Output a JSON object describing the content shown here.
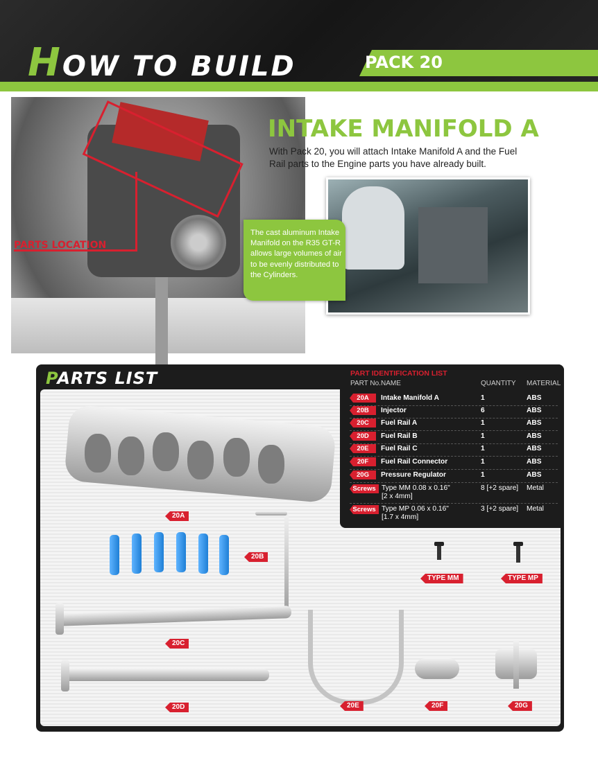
{
  "header": {
    "title_first": "H",
    "title_rest": "ow to build",
    "pack_label": "PACK 20",
    "accent_color": "#8dc63f"
  },
  "parts_location_label": "PARTS LOCATION",
  "section": {
    "title": "INTAKE MANIFOLD A",
    "intro": "With Pack 20, you will attach Intake Manifold A and the Fuel Rail parts to the Engine parts you have already built."
  },
  "callout": {
    "text": "The cast aluminum Intake Manifold on the R35 GT-R allows large volumes of air to be evenly distributed to the Cylinders."
  },
  "parts_list": {
    "title_first": "P",
    "title_rest": "arts list"
  },
  "identification": {
    "title": "PART IDENTIFICATION LIST",
    "headers": {
      "part_no": "PART No.",
      "name": "NAME",
      "quantity": "QUANTITY",
      "material": "MATERIAL"
    },
    "rows": [
      {
        "code": "20A",
        "name": "Intake Manifold A",
        "quantity": "1",
        "material": "ABS"
      },
      {
        "code": "20B",
        "name": "Injector",
        "quantity": "6",
        "material": "ABS"
      },
      {
        "code": "20C",
        "name": "Fuel Rail A",
        "quantity": "1",
        "material": "ABS"
      },
      {
        "code": "20D",
        "name": "Fuel Rail B",
        "quantity": "1",
        "material": "ABS"
      },
      {
        "code": "20E",
        "name": "Fuel Rail C",
        "quantity": "1",
        "material": "ABS"
      },
      {
        "code": "20F",
        "name": "Fuel Rail Connector",
        "quantity": "1",
        "material": "ABS"
      },
      {
        "code": "20G",
        "name": "Pressure Regulator",
        "quantity": "1",
        "material": "ABS"
      },
      {
        "code": "Screws",
        "name": "Type MM  0.08 x 0.16\"",
        "name2": "[2 x 4mm]",
        "quantity": "8 [+2 spare]",
        "material": "Metal"
      },
      {
        "code": "Screws",
        "name": "Type MP  0.06 x 0.16\"",
        "name2": "[1.7 x 4mm]",
        "quantity": "3 [+2 spare]",
        "material": "Metal"
      }
    ]
  },
  "part_tags": {
    "a": "20A",
    "b": "20B",
    "c": "20C",
    "d": "20D",
    "e": "20E",
    "f": "20F",
    "g": "20G",
    "mm": "TYPE MM",
    "mp": "TYPE MP"
  }
}
